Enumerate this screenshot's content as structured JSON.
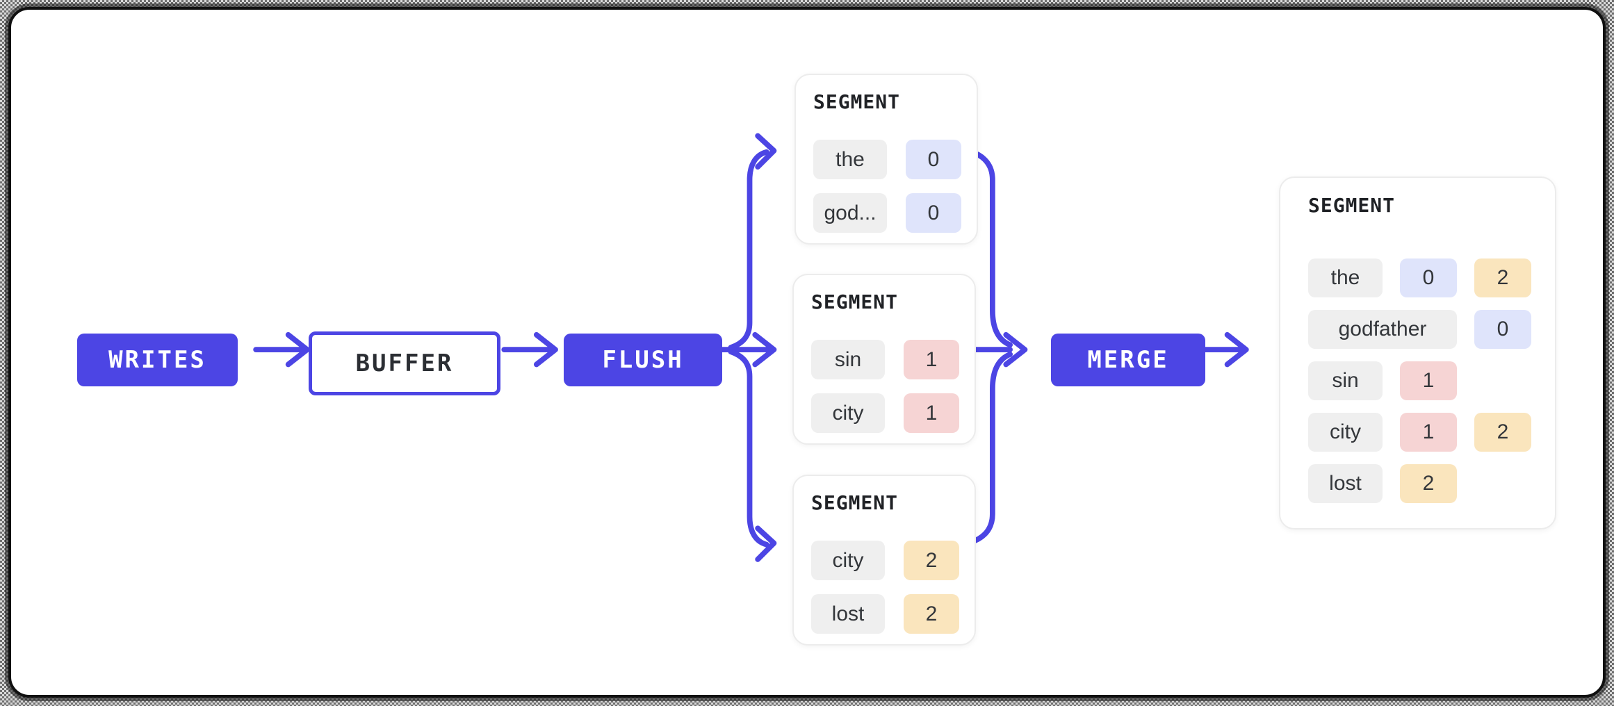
{
  "colors": {
    "accent": "#4C45E4",
    "chip_gray": "#EFEFEF",
    "chip_blue": "#DFE4FB",
    "chip_pink": "#F6D4D4",
    "chip_amber": "#FAE5BD",
    "chip_text": "#33363A",
    "canvas_bg": "#FFFFFF",
    "frame_border": "#101010"
  },
  "pipeline": {
    "writes": {
      "label": "WRITES"
    },
    "buffer": {
      "label": "BUFFER"
    },
    "flush": {
      "label": "FLUSH"
    },
    "merge": {
      "label": "MERGE"
    }
  },
  "segments": [
    {
      "title": "SEGMENT",
      "rows": [
        {
          "cells": [
            {
              "text": "the",
              "kind": "token"
            },
            {
              "text": "0",
              "kind": "blue"
            }
          ]
        },
        {
          "cells": [
            {
              "text": "god...",
              "kind": "token"
            },
            {
              "text": "0",
              "kind": "blue"
            }
          ]
        }
      ]
    },
    {
      "title": "SEGMENT",
      "rows": [
        {
          "cells": [
            {
              "text": "sin",
              "kind": "token"
            },
            {
              "text": "1",
              "kind": "pink"
            }
          ]
        },
        {
          "cells": [
            {
              "text": "city",
              "kind": "token"
            },
            {
              "text": "1",
              "kind": "pink"
            }
          ]
        }
      ]
    },
    {
      "title": "SEGMENT",
      "rows": [
        {
          "cells": [
            {
              "text": "city",
              "kind": "token"
            },
            {
              "text": "2",
              "kind": "amber"
            }
          ]
        },
        {
          "cells": [
            {
              "text": "lost",
              "kind": "token"
            },
            {
              "text": "2",
              "kind": "amber"
            }
          ]
        }
      ]
    }
  ],
  "merged_segment": {
    "title": "SEGMENT",
    "rows": [
      {
        "cells": [
          {
            "text": "the",
            "kind": "token"
          },
          {
            "text": "0",
            "kind": "blue"
          },
          {
            "text": "2",
            "kind": "amber"
          }
        ]
      },
      {
        "cells": [
          {
            "text": "godfather",
            "kind": "token",
            "span": 2
          },
          {
            "text": "0",
            "kind": "blue"
          }
        ]
      },
      {
        "cells": [
          {
            "text": "sin",
            "kind": "token"
          },
          {
            "text": "1",
            "kind": "pink"
          }
        ]
      },
      {
        "cells": [
          {
            "text": "city",
            "kind": "token"
          },
          {
            "text": "1",
            "kind": "pink"
          },
          {
            "text": "2",
            "kind": "amber"
          }
        ]
      },
      {
        "cells": [
          {
            "text": "lost",
            "kind": "token"
          },
          {
            "text": "2",
            "kind": "amber"
          }
        ]
      }
    ]
  }
}
